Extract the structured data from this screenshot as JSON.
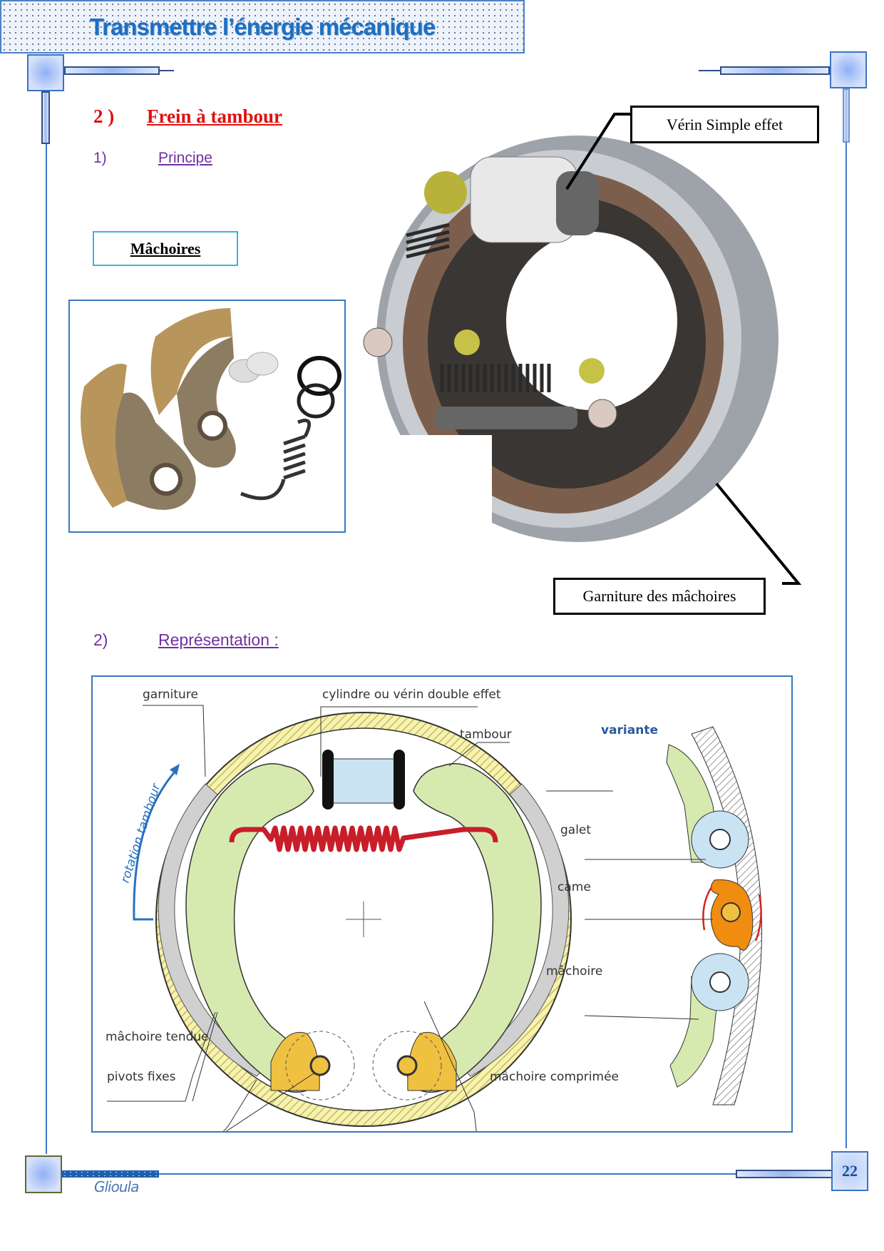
{
  "header": {
    "title": "Transmettre l’énergie mécanique"
  },
  "section": {
    "number": "2 )",
    "title": "Frein à tambour"
  },
  "sub1": {
    "number": "1)",
    "title": "Principe"
  },
  "sub2": {
    "number": "2)",
    "title": "Représentation :"
  },
  "machoires_label": "Mâchoires",
  "photo_labels": {
    "verin": "Vérin Simple effet",
    "garniture": "Garniture des mâchoires"
  },
  "diagram": {
    "labels": {
      "garniture": "garniture",
      "cylindre": "cylindre ou vérin double effet",
      "tambour": "tambour",
      "rotation": "rotation tambour",
      "variante": "variante",
      "galet": "galet",
      "came": "came",
      "machoire": "mâchoire",
      "machoire_tendue": "mâchoire tendue",
      "pivots": "pivots fixes",
      "machoire_comprimee": "mâchoire comprimée"
    },
    "colors": {
      "shoe": "#d6eab0",
      "drum": "#f6f3b0",
      "lining": "#d0d0d0",
      "cylinder": "#c9e3f3",
      "spring": "#c81e2a",
      "pivot": "#f0c040",
      "cam": "#f08c10",
      "rotation": "#2a70c0"
    }
  },
  "footer": {
    "author": "Glioula",
    "page": "22"
  }
}
